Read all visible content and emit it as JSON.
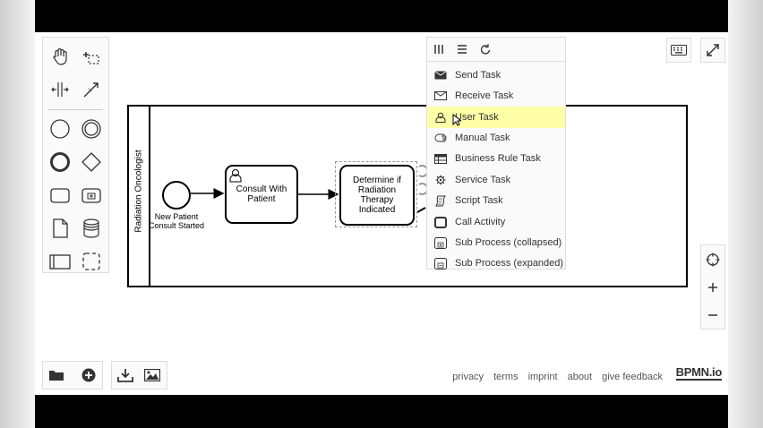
{
  "diagram": {
    "lane_label": "Radiation Oncologist",
    "start_event_label": "New Patient Consult Started",
    "task1_label": "Consult With Patient",
    "task2_label": "Determine if Radiation Therapy Indicated"
  },
  "context_menu": {
    "header_icons": [
      "columns-icon",
      "menu-icon",
      "loop-icon"
    ],
    "items": [
      {
        "label": "Send Task",
        "icon": "envelope-filled-icon"
      },
      {
        "label": "Receive Task",
        "icon": "envelope-icon"
      },
      {
        "label": "User Task",
        "icon": "user-icon",
        "highlighted": true
      },
      {
        "label": "Manual Task",
        "icon": "hand-icon"
      },
      {
        "label": "Business Rule Task",
        "icon": "table-icon"
      },
      {
        "label": "Service Task",
        "icon": "gear-icon"
      },
      {
        "label": "Script Task",
        "icon": "script-icon"
      },
      {
        "label": "Call Activity",
        "icon": "call-activity-icon"
      },
      {
        "label": "Sub Process (collapsed)",
        "icon": "subprocess-collapsed-icon"
      },
      {
        "label": "Sub Process (expanded)",
        "icon": "subprocess-expanded-icon"
      }
    ],
    "highlight_color": "#ffffa8"
  },
  "footer": {
    "links": [
      "privacy",
      "terms",
      "imprint",
      "about",
      "give feedback"
    ],
    "logo": "BPMN.io"
  }
}
